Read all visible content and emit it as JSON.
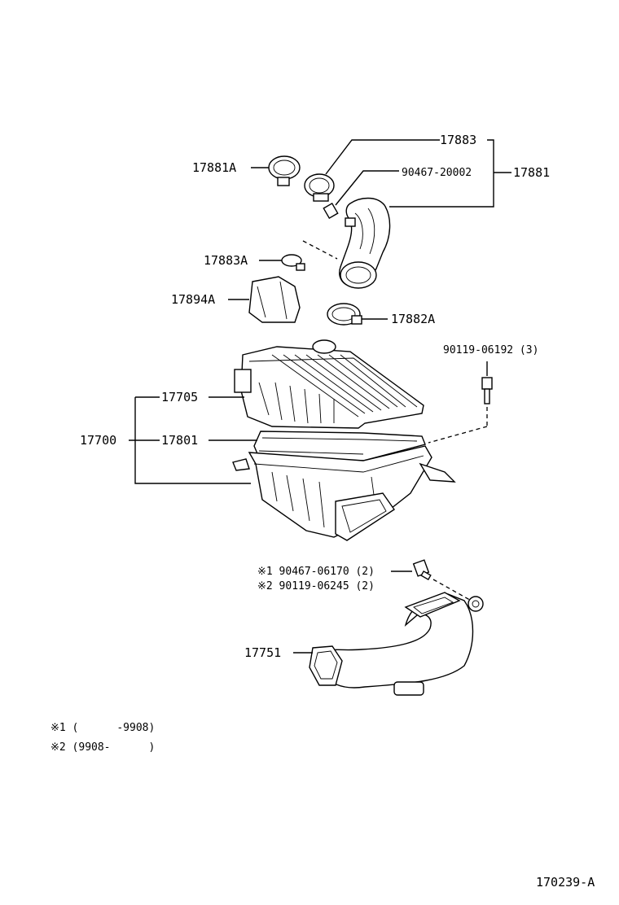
{
  "labels": {
    "p17883": "17883",
    "p17881A": "17881A",
    "p90467_20002": "90467-20002",
    "p17881": "17881",
    "p17883A": "17883A",
    "p17894A": "17894A",
    "p17882A": "17882A",
    "p90119_06192": "90119-06192 (3)",
    "p17705": "17705",
    "p17700": "17700",
    "p17801": "17801",
    "p90467_06170": "※1 90467-06170 (2)",
    "p90119_06245": "※2 90119-06245 (2)",
    "p17751": "17751"
  },
  "notes": {
    "note1": "※1 (      -9908)",
    "note2": "※2 (9908-      )"
  },
  "figure_code": "170239-A"
}
